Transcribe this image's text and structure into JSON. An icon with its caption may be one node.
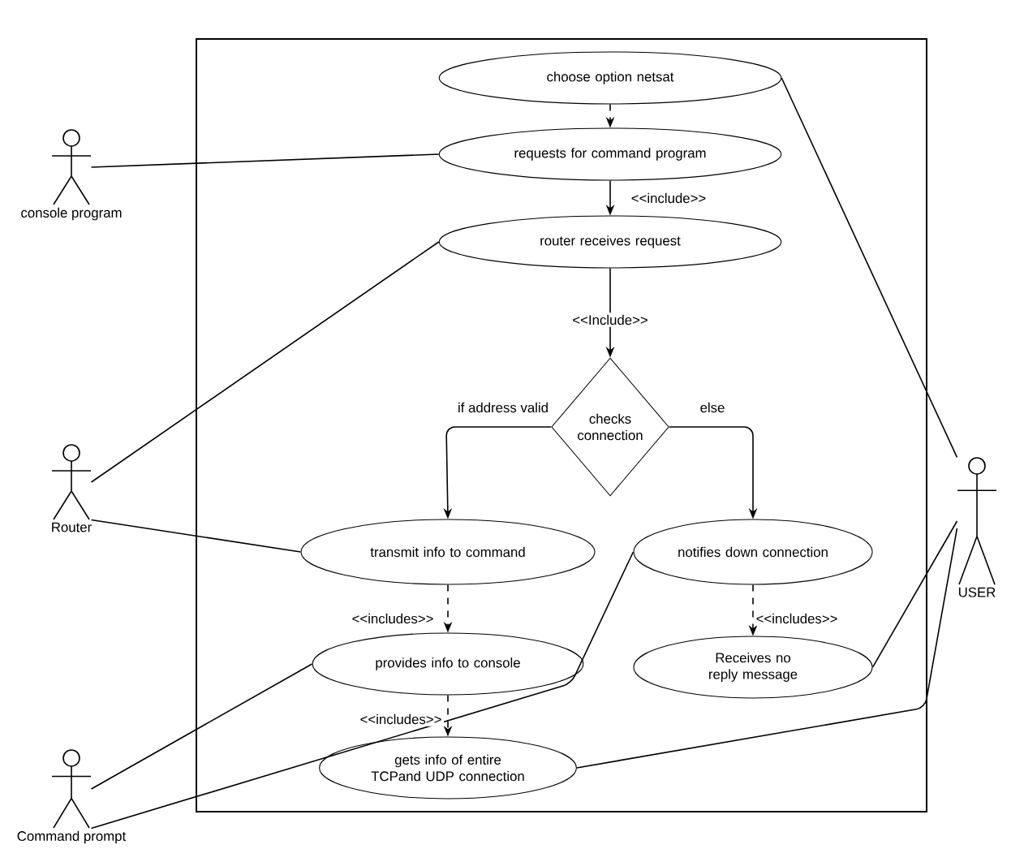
{
  "diagram": {
    "nodes": [
      {
        "text": [],
        "shape": "box"
      },
      {
        "text": [
          "choose option netsat"
        ],
        "in": 0
      },
      {
        "text": [
          "console program"
        ]
      },
      {
        "text": [
          "requests for command program"
        ],
        "in": 0
      },
      {
        "text": [
          "router receives request"
        ],
        "in": 0
      },
      {
        "text": [
          "checks connection"
        ],
        "in": 0
      },
      {
        "text": [
          "Router"
        ]
      },
      {
        "text": [
          "USER"
        ]
      },
      {
        "text": [
          "transmit info to command"
        ],
        "in": 0
      },
      {
        "text": [
          "notifies down connection"
        ],
        "in": 0
      },
      {
        "text": [
          "provides info to console"
        ],
        "in": 0
      },
      {
        "text": [
          "Receives no reply message"
        ],
        "in": 0
      },
      {
        "text": [
          "Command prompt"
        ]
      },
      {
        "text": [
          "gets info of entire TCPand UDP connection"
        ],
        "in": 0
      }
    ],
    "edges": [
      {
        "from": 1,
        "to": 3,
        "arrow": "to",
        "style": "dashed"
      },
      {
        "from": 3,
        "to": 4,
        "arrow": "to",
        "label": "<<include>>"
      },
      {
        "from": 4,
        "to": 5,
        "arrow": "to",
        "label": "<<Include>>"
      },
      {
        "from": 5,
        "to": 8,
        "arrow": "to",
        "label": "if address valid"
      },
      {
        "from": 5,
        "to": 9,
        "arrow": "to",
        "label": "else"
      },
      {
        "from": 8,
        "to": 10,
        "arrow": "to",
        "style": "dashed",
        "label": "<<includes>>"
      },
      {
        "from": 10,
        "to": 13,
        "arrow": "to",
        "style": "dashed",
        "label": "<<includes>>"
      },
      {
        "from": 9,
        "to": 11,
        "arrow": "to",
        "style": "dashed",
        "label": "<<includes>>"
      },
      {
        "from": 2,
        "to": 3,
        "arrow": "none"
      },
      {
        "from": 6,
        "to": 4,
        "arrow": "none"
      },
      {
        "from": 6,
        "to": 8,
        "arrow": "none"
      },
      {
        "from": 7,
        "to": 1,
        "arrow": "none"
      },
      {
        "from": 7,
        "to": 11,
        "arrow": "none"
      },
      {
        "from": 7,
        "to": 13,
        "arrow": "none"
      },
      {
        "from": 12,
        "to": 10,
        "arrow": "none"
      },
      {
        "from": 12,
        "to": 9,
        "arrow": "none"
      }
    ]
  }
}
